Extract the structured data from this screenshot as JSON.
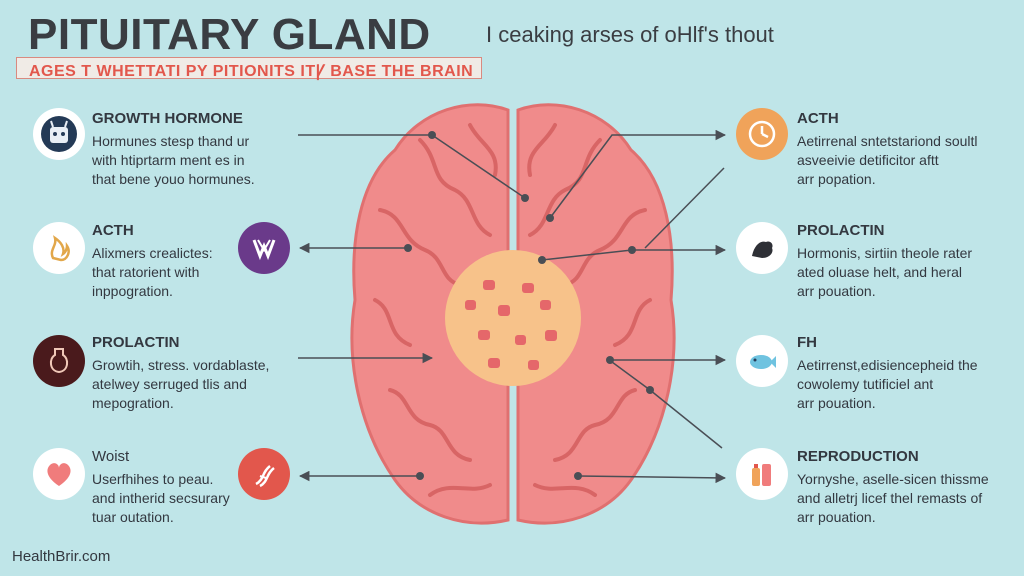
{
  "title": "PITUITARY GLAND",
  "subtitle": "I ceaking arses of oHlf's thout",
  "banner": "AGES T WHETTATI PY PITIONITS ITꝨ BASE THE BRAIN",
  "footer": "HealthBrir.com",
  "left_items": [
    {
      "heading": "GROWTH HORMONE",
      "lines": [
        "Hormunes stesp thand ur",
        "with htiprtarm ment es in",
        "that bene youo hormunes."
      ],
      "icon": "robot-icon"
    },
    {
      "heading": "ACTH",
      "lines": [
        "Alixmers crealictes:",
        "that ratorient with",
        "inppogration."
      ],
      "icon": "flame-icon"
    },
    {
      "heading": "PROLACTIN",
      "lines": [
        "Growtih, stress. vordablaste,",
        "atelwey serruged tlis and",
        "mepogration."
      ],
      "icon": "bottle-icon"
    },
    {
      "heading": "Woist",
      "lines": [
        "Userfhihes to peau.",
        "and intherid secsurary",
        "tuar outation."
      ],
      "icon": "heart-icon"
    }
  ],
  "right_items": [
    {
      "heading": "ACTH",
      "lines": [
        "Aetirrenal sntetstariond soultl",
        "asveeivie detificitor aftt",
        "arr popation."
      ],
      "icon": "clock-icon"
    },
    {
      "heading": "PROLACTIN",
      "lines": [
        "Hormonis, sirtiin theole rater",
        "ated oluase helt, and heral",
        "arr pouation."
      ],
      "icon": "bird-icon"
    },
    {
      "heading": "FH",
      "lines": [
        "Aetirrenst,edisiencepheid the",
        "cowolemy tutificiel ant",
        "arr pouation."
      ],
      "icon": "fish-icon"
    },
    {
      "heading": "REPRODUCTION",
      "lines": [
        "Yornyshe, aselle-sicen thissme",
        "and alletrj licef thel remasts of",
        "arr pouation."
      ],
      "icon": "bottles-icon"
    }
  ],
  "colors": {
    "background": "#bfe5e8",
    "brain": "#f08b8b",
    "gland": "#f7c28a",
    "accent": "#e2574c",
    "text": "#333840"
  }
}
